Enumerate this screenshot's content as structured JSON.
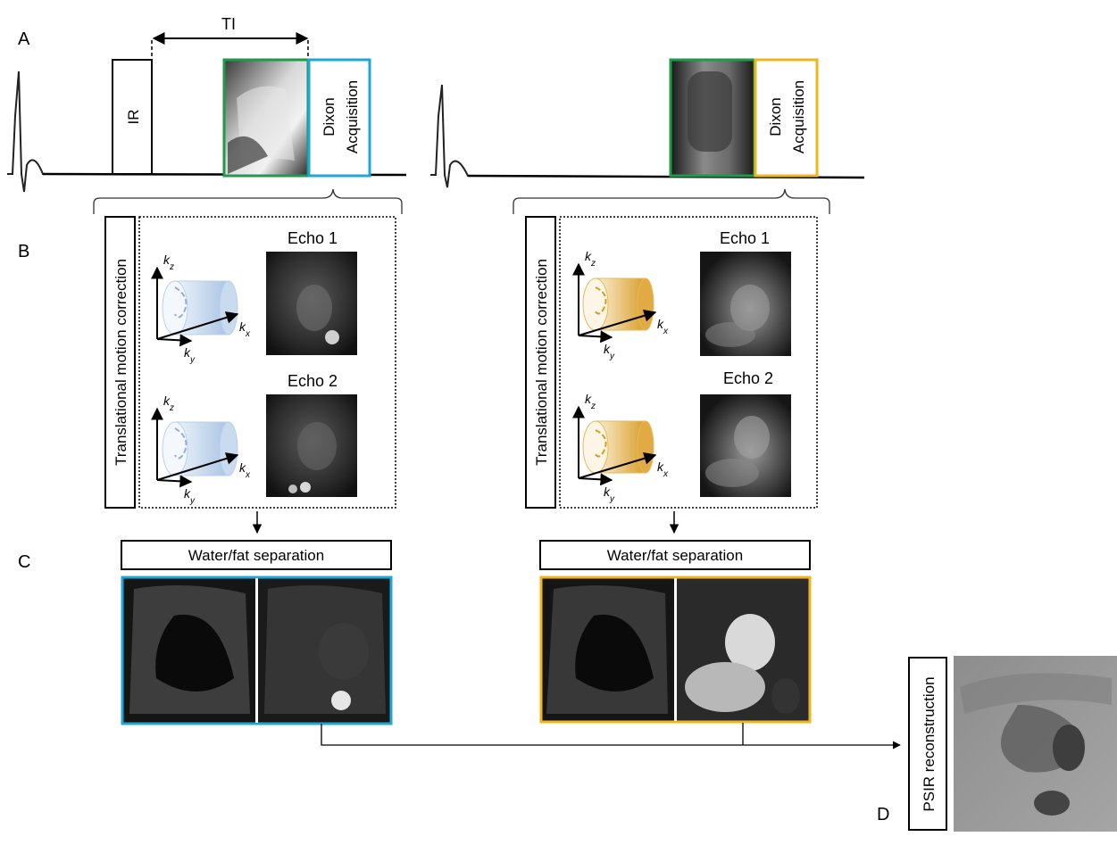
{
  "panels": {
    "a": "A",
    "b": "B",
    "c": "C",
    "d": "D"
  },
  "sequence": {
    "ti_label": "TI",
    "ir_label": "IR",
    "dixon_line1": "Dixon",
    "dixon_line2": "Acquisition"
  },
  "motion": {
    "side_label": "Translational motion correction",
    "echo1": "Echo 1",
    "echo2": "Echo 2",
    "axis_kz": "k",
    "axis_kz_sub": "z",
    "axis_kx": "k",
    "axis_kx_sub": "x",
    "axis_ky": "k",
    "axis_ky_sub": "y"
  },
  "separation": {
    "label": "Water/fat separation"
  },
  "psir": {
    "label": "PSIR reconstruction"
  },
  "colors": {
    "ir_dixon": "#1ea7d7",
    "ref_dixon": "#f0b51c",
    "navigator": "#1f9a4b",
    "spiral_blue": "#b9d0ea",
    "spiral_gold": "#e8b955"
  }
}
